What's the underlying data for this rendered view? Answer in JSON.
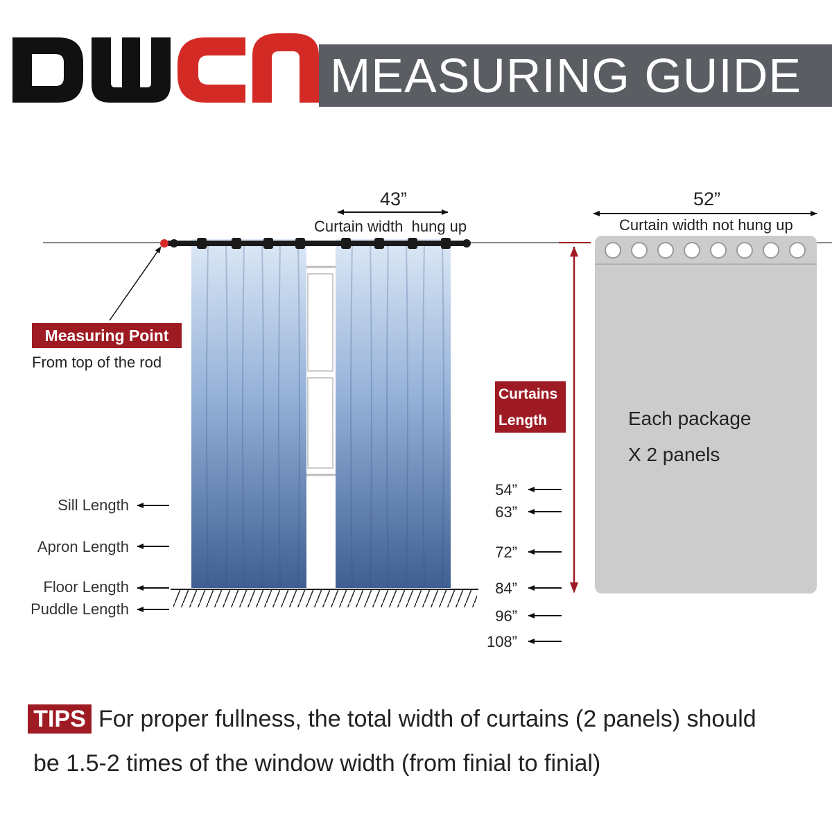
{
  "brand": {
    "logo_text": "DWCN",
    "logo_black": "#111111",
    "logo_red": "#d42a25"
  },
  "header": {
    "title": "MEASURING GUIDE",
    "bar_color": "#5a5d61"
  },
  "dimensions": {
    "hung_width": "43”",
    "hung_caption": "Curtain width  hung up",
    "flat_width": "52”",
    "flat_caption": "Curtain width not hung up"
  },
  "measuring_point": {
    "label": "Measuring Point",
    "note": "From top of the rod"
  },
  "curtains_length": {
    "line1": "Curtains",
    "line2": "Length"
  },
  "package": {
    "line1": "Each package",
    "line2": "X 2 panels",
    "grommets": 8
  },
  "length_types": [
    "Sill Length",
    "Apron Length",
    "Floor Length",
    "Puddle Length"
  ],
  "length_options": [
    "54”",
    "63”",
    "72”",
    "84”",
    "96”",
    "108”"
  ],
  "tips": {
    "label": "TIPS",
    "line1": "For proper fullness, the total width of curtains (2 panels) should",
    "line2": "be 1.5-2 times of the window width (from finial to finial)"
  },
  "colors": {
    "accent_red": "#9e1b24",
    "curtain_top": "#dce8f6",
    "curtain_bottom": "#3f5f92",
    "panel_gray": "#cccccc"
  }
}
